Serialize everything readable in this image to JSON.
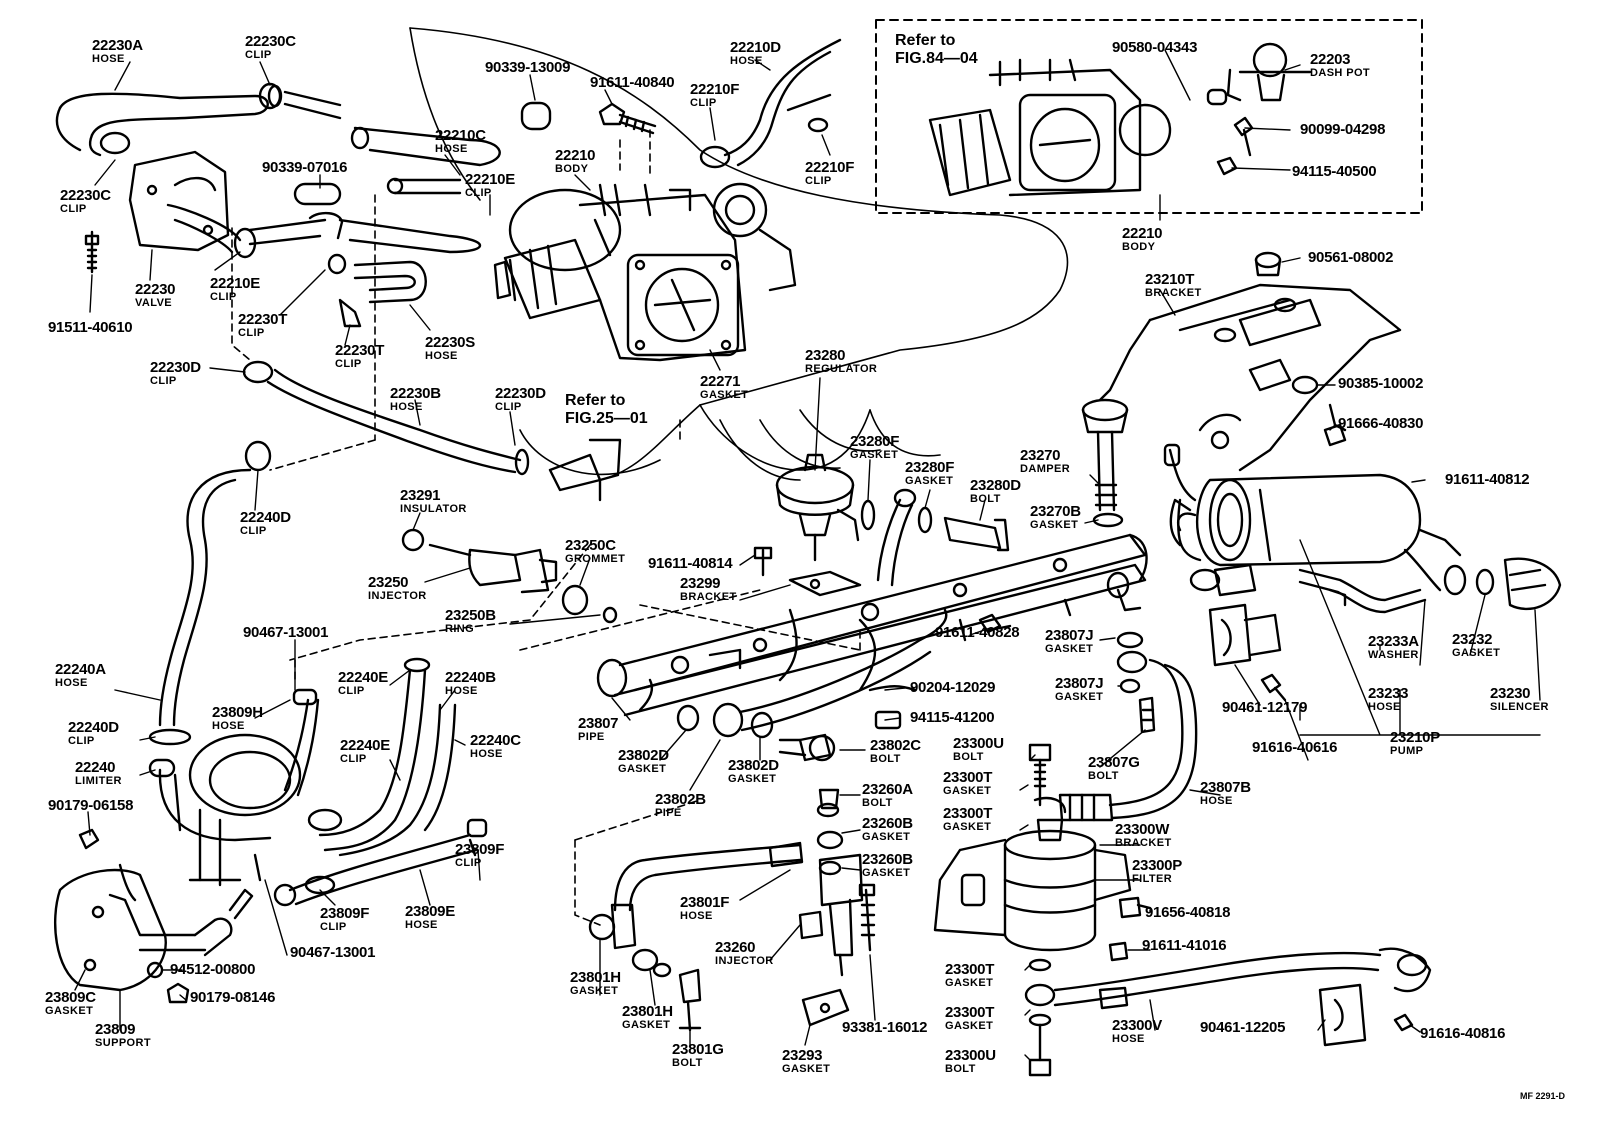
{
  "parts": [
    {
      "id": "p-22230a",
      "num": "22230A",
      "name": "HOSE"
    },
    {
      "id": "p-22230c-top",
      "num": "22230C",
      "name": "CLIP"
    },
    {
      "id": "p-90339-13009",
      "num": "90339-13009",
      "name": ""
    },
    {
      "id": "p-91611-40840",
      "num": "91611-40840",
      "name": ""
    },
    {
      "id": "p-22210d",
      "num": "22210D",
      "name": "HOSE"
    },
    {
      "id": "p-22210f-top",
      "num": "22210F",
      "name": "CLIP"
    },
    {
      "id": "p-22230c-left",
      "num": "22230C",
      "name": "CLIP"
    },
    {
      "id": "p-22210c",
      "num": "22210C",
      "name": "HOSE"
    },
    {
      "id": "p-22210",
      "num": "22210",
      "name": "BODY"
    },
    {
      "id": "p-22210f-right",
      "num": "22210F",
      "name": "CLIP"
    },
    {
      "id": "p-90339-07016",
      "num": "90339-07016",
      "name": ""
    },
    {
      "id": "p-22210e-top",
      "num": "22210E",
      "name": "CLIP"
    },
    {
      "id": "p-22230",
      "num": "22230",
      "name": "VALVE"
    },
    {
      "id": "p-22210e-left",
      "num": "22210E",
      "name": "CLIP"
    },
    {
      "id": "p-22230t-left",
      "num": "22230T",
      "name": "CLIP"
    },
    {
      "id": "p-91511-40610",
      "num": "91511-40610",
      "name": ""
    },
    {
      "id": "p-22230s",
      "num": "22230S",
      "name": "HOSE"
    },
    {
      "id": "p-22230t-mid",
      "num": "22230T",
      "name": "CLIP"
    },
    {
      "id": "p-22271",
      "num": "22271",
      "name": "GASKET"
    },
    {
      "id": "p-90580-04343",
      "num": "90580-04343",
      "name": ""
    },
    {
      "id": "p-22203",
      "num": "22203",
      "name": "DASH POT"
    },
    {
      "id": "p-90099-04298",
      "num": "90099-04298",
      "name": ""
    },
    {
      "id": "p-94115-40500",
      "num": "94115-40500",
      "name": ""
    },
    {
      "id": "p-22210-body2",
      "num": "22210",
      "name": "BODY"
    },
    {
      "id": "p-90561-08002",
      "num": "90561-08002",
      "name": ""
    },
    {
      "id": "p-23210t",
      "num": "23210T",
      "name": "BRACKET"
    },
    {
      "id": "p-90385-10002",
      "num": "90385-10002",
      "name": ""
    },
    {
      "id": "p-91666-40830",
      "num": "91666-40830",
      "name": ""
    },
    {
      "id": "p-91611-40812",
      "num": "91611-40812",
      "name": ""
    },
    {
      "id": "p-22230d-left",
      "num": "22230D",
      "name": "CLIP"
    },
    {
      "id": "p-22230b",
      "num": "22230B",
      "name": "HOSE"
    },
    {
      "id": "p-22230d-mid",
      "num": "22230D",
      "name": "CLIP"
    },
    {
      "id": "p-23280",
      "num": "23280",
      "name": "REGULATOR"
    },
    {
      "id": "p-22240d-top",
      "num": "22240D",
      "name": "CLIP"
    },
    {
      "id": "p-23280f-a",
      "num": "23280F",
      "name": "GASKET"
    },
    {
      "id": "p-23280f-b",
      "num": "23280F",
      "name": "GASKET"
    },
    {
      "id": "p-23270",
      "num": "23270",
      "name": "DAMPER"
    },
    {
      "id": "p-23280d",
      "num": "23280D",
      "name": "BOLT"
    },
    {
      "id": "p-23270b",
      "num": "23270B",
      "name": "GASKET"
    },
    {
      "id": "p-23291",
      "num": "23291",
      "name": "INSULATOR"
    },
    {
      "id": "p-23250c",
      "num": "23250C",
      "name": "GROMMET"
    },
    {
      "id": "p-91611-40814",
      "num": "91611-40814",
      "name": ""
    },
    {
      "id": "p-23250",
      "num": "23250",
      "name": "INJECTOR"
    },
    {
      "id": "p-23299",
      "num": "23299",
      "name": "BRACKET"
    },
    {
      "id": "p-23250b",
      "num": "23250B",
      "name": "RING"
    },
    {
      "id": "p-90467-13001-top",
      "num": "90467-13001",
      "name": ""
    },
    {
      "id": "p-22240a",
      "num": "22240A",
      "name": "HOSE"
    },
    {
      "id": "p-22240e-top",
      "num": "22240E",
      "name": "CLIP"
    },
    {
      "id": "p-22240b",
      "num": "22240B",
      "name": "HOSE"
    },
    {
      "id": "p-23809h",
      "num": "23809H",
      "name": "HOSE"
    },
    {
      "id": "p-22240d-bot",
      "num": "22240D",
      "name": "CLIP"
    },
    {
      "id": "p-22240e-mid",
      "num": "22240E",
      "name": "CLIP"
    },
    {
      "id": "p-22240c",
      "num": "22240C",
      "name": "HOSE"
    },
    {
      "id": "p-22240",
      "num": "22240",
      "name": "LIMITER"
    },
    {
      "id": "p-90179-06158",
      "num": "90179-06158",
      "name": ""
    },
    {
      "id": "p-23809f-a",
      "num": "23809F",
      "name": "CLIP"
    },
    {
      "id": "p-23809f-b",
      "num": "23809F",
      "name": "CLIP"
    },
    {
      "id": "p-23809e",
      "num": "23809E",
      "name": "HOSE"
    },
    {
      "id": "p-90467-13001-bot",
      "num": "90467-13001",
      "name": ""
    },
    {
      "id": "p-94512-00800",
      "num": "94512-00800",
      "name": ""
    },
    {
      "id": "p-23809c",
      "num": "23809C",
      "name": "GASKET"
    },
    {
      "id": "p-90179-08146",
      "num": "90179-08146",
      "name": ""
    },
    {
      "id": "p-23809",
      "num": "23809",
      "name": "SUPPORT"
    },
    {
      "id": "p-23807",
      "num": "23807",
      "name": "PIPE"
    },
    {
      "id": "p-23802d-a",
      "num": "23802D",
      "name": "GASKET"
    },
    {
      "id": "p-23802d-b",
      "num": "23802D",
      "name": "GASKET"
    },
    {
      "id": "p-23802b",
      "num": "23802B",
      "name": "PIPE"
    },
    {
      "id": "p-23802c",
      "num": "23802C",
      "name": "BOLT"
    },
    {
      "id": "p-90204-12029",
      "num": "90204-12029",
      "name": ""
    },
    {
      "id": "p-94115-41200",
      "num": "94115-41200",
      "name": ""
    },
    {
      "id": "p-91611-40828",
      "num": "91611-40828",
      "name": ""
    },
    {
      "id": "p-23807j-a",
      "num": "23807J",
      "name": "GASKET"
    },
    {
      "id": "p-23807j-b",
      "num": "23807J",
      "name": "GASKET"
    },
    {
      "id": "p-23807g",
      "num": "23807G",
      "name": "BOLT"
    },
    {
      "id": "p-23807b",
      "num": "23807B",
      "name": "HOSE"
    },
    {
      "id": "p-23233a",
      "num": "23233A",
      "name": "WASHER"
    },
    {
      "id": "p-23232",
      "num": "23232",
      "name": "GASKET"
    },
    {
      "id": "p-23233",
      "num": "23233",
      "name": "HOSE"
    },
    {
      "id": "p-23230",
      "num": "23230",
      "name": "SILENCER"
    },
    {
      "id": "p-23210p",
      "num": "23210P",
      "name": "PUMP"
    },
    {
      "id": "p-90461-12179",
      "num": "90461-12179",
      "name": ""
    },
    {
      "id": "p-91616-40616",
      "num": "91616-40616",
      "name": ""
    },
    {
      "id": "p-23300u-top",
      "num": "23300U",
      "name": "BOLT"
    },
    {
      "id": "p-23300t-a",
      "num": "23300T",
      "name": "GASKET"
    },
    {
      "id": "p-23300t-b",
      "num": "23300T",
      "name": "GASKET"
    },
    {
      "id": "p-23300w",
      "num": "23300W",
      "name": "BRACKET"
    },
    {
      "id": "p-23300p",
      "num": "23300P",
      "name": "FILTER"
    },
    {
      "id": "p-23260a",
      "num": "23260A",
      "name": "BOLT"
    },
    {
      "id": "p-23260b-a",
      "num": "23260B",
      "name": "GASKET"
    },
    {
      "id": "p-23260b-b",
      "num": "23260B",
      "name": "GASKET"
    },
    {
      "id": "p-23801f",
      "num": "23801F",
      "name": "HOSE"
    },
    {
      "id": "p-23260",
      "num": "23260",
      "name": "INJECTOR"
    },
    {
      "id": "p-91656-40818",
      "num": "91656-40818",
      "name": ""
    },
    {
      "id": "p-91611-41016",
      "num": "91611-41016",
      "name": ""
    },
    {
      "id": "p-23801h-a",
      "num": "23801H",
      "name": "GASKET"
    },
    {
      "id": "p-23801h-b",
      "num": "23801H",
      "name": "GASKET"
    },
    {
      "id": "p-23801g",
      "num": "23801G",
      "name": "BOLT"
    },
    {
      "id": "p-23293",
      "num": "23293",
      "name": "GASKET"
    },
    {
      "id": "p-93381-16012",
      "num": "93381-16012",
      "name": ""
    },
    {
      "id": "p-23300t-c",
      "num": "23300T",
      "name": "GASKET"
    },
    {
      "id": "p-23300t-d",
      "num": "23300T",
      "name": "GASKET"
    },
    {
      "id": "p-23300u-bot",
      "num": "23300U",
      "name": "BOLT"
    },
    {
      "id": "p-23300v",
      "num": "23300V",
      "name": "HOSE"
    },
    {
      "id": "p-90461-12205",
      "num": "90461-12205",
      "name": ""
    },
    {
      "id": "p-91616-40816",
      "num": "91616-40816",
      "name": ""
    }
  ],
  "refs": [
    {
      "id": "ref-fig84",
      "text1": "Refer to",
      "text2": "FIG.84—04"
    },
    {
      "id": "ref-fig25",
      "text1": "Refer to",
      "text2": "FIG.25—01"
    }
  ],
  "code": "MF 2291-D"
}
